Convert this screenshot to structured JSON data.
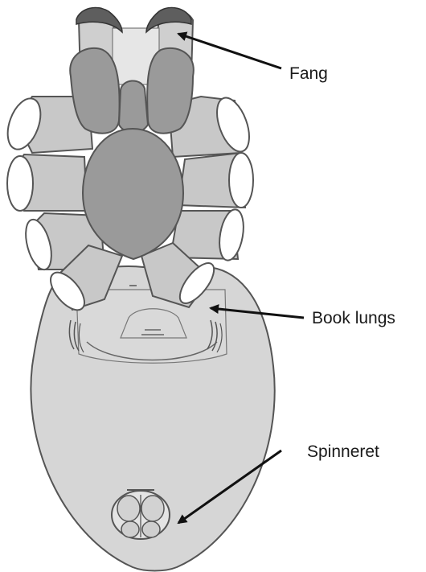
{
  "diagram": {
    "labels": {
      "fang": "Fang",
      "book_lungs": "Book lungs",
      "spinneret": "Spinneret"
    },
    "colors": {
      "background": "#ffffff",
      "outline": "#555555",
      "body_light": "#d6d6d6",
      "body_mid": "#c4c4c4",
      "body_dark": "#9a9a9a",
      "fang_tip": "#5e5e5e",
      "arrow": "#111111"
    }
  }
}
